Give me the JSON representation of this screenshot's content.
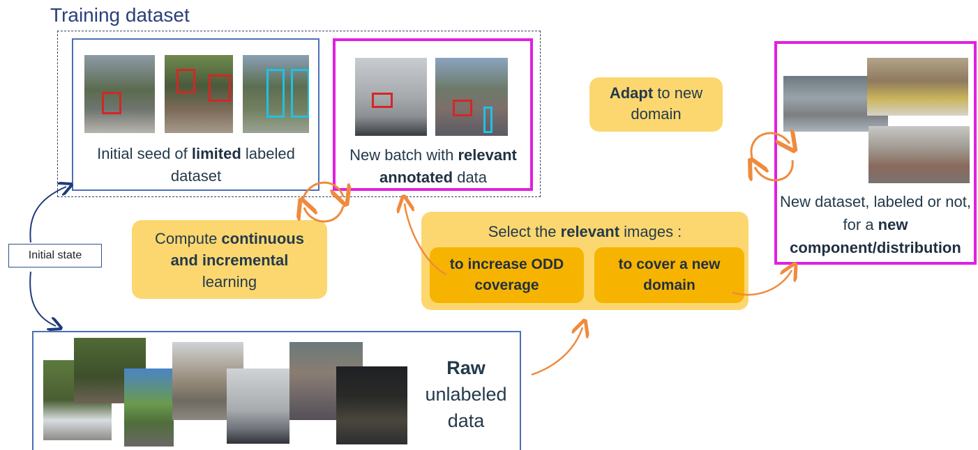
{
  "title": "Training dataset",
  "initial_seed": {
    "prefix": "Initial seed of ",
    "bold": "limited",
    "suffix": " labeled dataset"
  },
  "new_batch": {
    "prefix": "New batch with ",
    "bold1": "relevant",
    "bold2": "annotated",
    "suffix": " data"
  },
  "adapt": {
    "bold": "Adapt",
    "suffix": " to new domain"
  },
  "compute": {
    "prefix": "Compute ",
    "bold": "continuous and incremental",
    "suffix": " learning"
  },
  "initial_state": "Initial state",
  "select": {
    "prefix": "Select the ",
    "bold": "relevant",
    "suffix": " images :"
  },
  "option_odd": "to increase ODD coverage",
  "option_domain": "to cover a new domain",
  "new_dataset": {
    "prefix": "New dataset, labeled or not, for a ",
    "bold": "new component/distribution"
  },
  "raw": {
    "bold": "Raw",
    "suffix": "unlabeled data"
  },
  "colors": {
    "blue_frame": "#4a6fb5",
    "pink_frame": "#e020e0",
    "pill": "#fcd770",
    "pill_dark": "#f6b400",
    "arrow": "#f08a3c",
    "dark_arrow": "#1f3a78"
  }
}
